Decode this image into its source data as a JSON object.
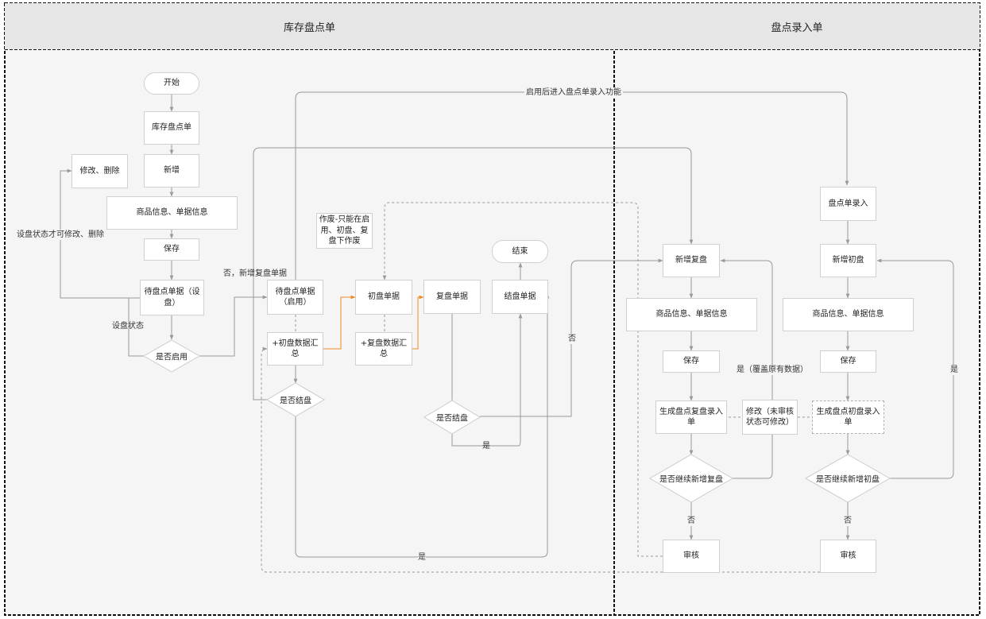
{
  "lanes": {
    "left_title": "库存盘点单",
    "right_title": "盘点录入单"
  },
  "nodes": {
    "start": "开始",
    "inventory_sheet": "库存盘点单",
    "add_new": "新增",
    "edit_delete": "修改、删除",
    "goods_info_left": "商品信息、单据信息",
    "save_left": "保存",
    "pending_setup": "待盘点单据（设盘）",
    "is_enabled": "是否启用",
    "pending_enabled": "待盘点单据（启用）",
    "initial_sum": "+初盘数据汇总",
    "is_closed_left": "是否结盘",
    "void_note": "作废-只能在启用、初盘、复盘下作废",
    "initial_doc": "初盘单据",
    "recount_sum": "+复盘数据汇总",
    "recount_doc": "复盘单据",
    "is_closed_mid": "是否结盘",
    "end": "结束",
    "closing_doc": "结盘单据",
    "new_recount": "新增复盘",
    "goods_info_recount": "商品信息、单据信息",
    "save_recount": "保存",
    "gen_recount_entry": "生成盘点复盘录入单",
    "modify_unreviewed": "修改（未审核状态可修改）",
    "continue_recount": "是否继续新增复盘",
    "review_recount": "审核",
    "entry_input": "盘点单录入",
    "new_initial": "新增初盘",
    "goods_info_initial": "商品信息、单据信息",
    "save_initial": "保存",
    "gen_initial_entry": "生成盘点初盘录入单",
    "continue_initial": "是否继续新增初盘",
    "review_initial": "审核"
  },
  "edge_labels": {
    "enter_entry": "启用后进入盘点单录入功能",
    "setup_can_edit": "设盘状态才可修改、删除",
    "setup_state": "设盘状态",
    "no_add_recount": "否，新增复盘单据",
    "no_mid": "否",
    "yes_mid": "是",
    "yes_bottom": "是",
    "yes_overwrite": "是（覆盖原有数据）",
    "no_recount": "否",
    "yes_initial": "是",
    "no_initial": "否"
  },
  "colors": {
    "line": "#999999",
    "accent": "#f08a24",
    "lane_header": "#e6e6e6",
    "lane_body": "#f5f5f5"
  }
}
